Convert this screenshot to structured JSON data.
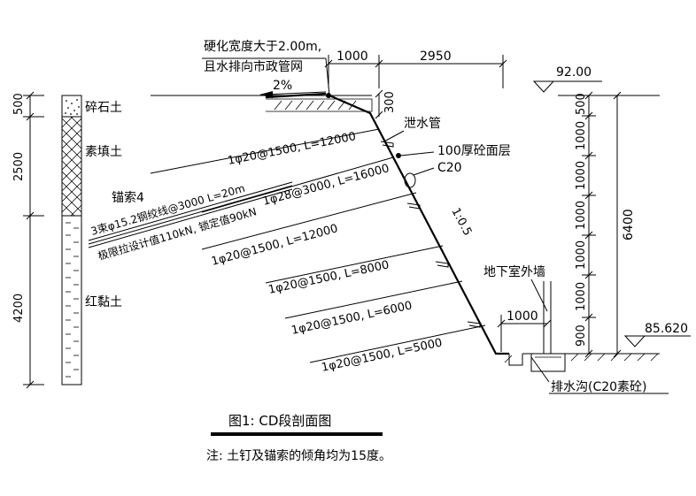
{
  "header": {
    "note_line1": "硬化宽度大于2.00m,",
    "note_line2": "且水排向市政管网",
    "slope": "2%"
  },
  "top_dims": {
    "d1": "1000",
    "d2": "2950",
    "d3": "300"
  },
  "elevations": {
    "top": "92.00",
    "bottom": "85.620"
  },
  "left_column": {
    "layer_depths": [
      "500",
      "2500",
      "4200"
    ],
    "soil_names": [
      "碎石土",
      "素填土",
      "红黏土"
    ]
  },
  "anchor": {
    "name": "锚索4",
    "line1": "3束φ15.2钢绞线@3000 L=20m",
    "line2": "极限拉设计值110kN, 锁定值90kN"
  },
  "nails": [
    "1φ20@1500, L=12000",
    "1φ28@3000, L=16000",
    "1φ20@1500, L=12000",
    "1φ20@1500, L=8000",
    "1φ20@1500, L=6000",
    "1φ20@1500, L=5000"
  ],
  "callouts": {
    "drain_pipe": "泄水管",
    "facing": "100厚砼面层",
    "concrete": "C20",
    "slope_ratio": "1:0.5",
    "basement_wall": "地下室外墙",
    "wall_offset": "1000",
    "ditch": "排水沟(C20素砼)"
  },
  "right_dims": {
    "segments": [
      "500",
      "1000",
      "1000",
      "1000",
      "1000",
      "1000",
      "900"
    ],
    "total": "6400"
  },
  "figure": {
    "caption": "图1: CD段剖面图",
    "note": "注: 土钉及锚索的倾角均为15度。"
  }
}
